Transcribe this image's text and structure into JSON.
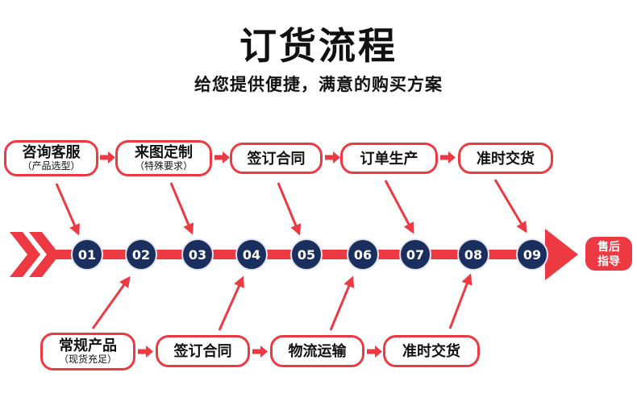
{
  "page": {
    "title": "订货流程",
    "subtitle": "给您提供便捷，满意的购买方案"
  },
  "colors": {
    "accent_red": "#ed3a42",
    "step_navy": "#1a2f5e",
    "text_black": "#111111",
    "background": "#ffffff"
  },
  "top_flow": {
    "items": [
      {
        "title": "咨询客服",
        "subtitle": "（产品选型）"
      },
      {
        "title": "来图定制",
        "subtitle": "（特殊要求）"
      },
      {
        "title": "签订合同",
        "subtitle": ""
      },
      {
        "title": "订单生产",
        "subtitle": ""
      },
      {
        "title": "准时交货",
        "subtitle": ""
      }
    ]
  },
  "bottom_flow": {
    "items": [
      {
        "title": "常规产品",
        "subtitle": "（现货充足）"
      },
      {
        "title": "签订合同",
        "subtitle": ""
      },
      {
        "title": "物流运输",
        "subtitle": ""
      },
      {
        "title": "准时交货",
        "subtitle": ""
      }
    ]
  },
  "timeline": {
    "steps": [
      "01",
      "02",
      "03",
      "04",
      "05",
      "06",
      "07",
      "08",
      "09"
    ]
  },
  "aftersales": {
    "line1": "售后",
    "line2": "指导"
  }
}
